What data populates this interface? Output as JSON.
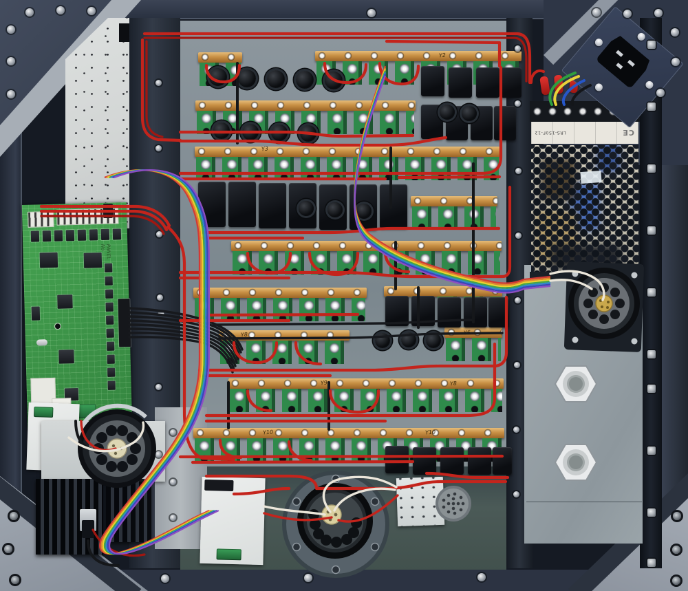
{
  "scene": {
    "subject": "Open chassis interior of a hand-wired electronic device with copper terminal bus bars, green terminal blocks, relays, a control PCB, rotary switches, rainbow ribbon cables and a switching power supply"
  },
  "psu": {
    "model_label": "LRS-150F-12",
    "cert_mark": "CE"
  },
  "pcb": {
    "marking": "PANEL No"
  },
  "bar_marks": [
    {
      "text": "Y2"
    },
    {
      "text": "Y3"
    },
    {
      "text": "Y6"
    },
    {
      "text": "Y8"
    },
    {
      "text": "Y9"
    },
    {
      "text": "Y8"
    },
    {
      "text": "Y10"
    },
    {
      "text": "Y10"
    }
  ],
  "palette": {
    "chassis": "#2c3342",
    "center_panel": "#87929a",
    "copper_bar": "#c89045",
    "terminal_green": "#2f8a4b",
    "wire_red": "#c4241c",
    "pcb_green": "#3f9a4b",
    "back_panel": "#d6d9d8",
    "psu_mesh": "#c9c4b4",
    "ribbon": [
      "#d33a35",
      "#e08430",
      "#ead22f",
      "#44a648",
      "#2f89c9",
      "#3946b8",
      "#8d4ec2"
    ]
  }
}
